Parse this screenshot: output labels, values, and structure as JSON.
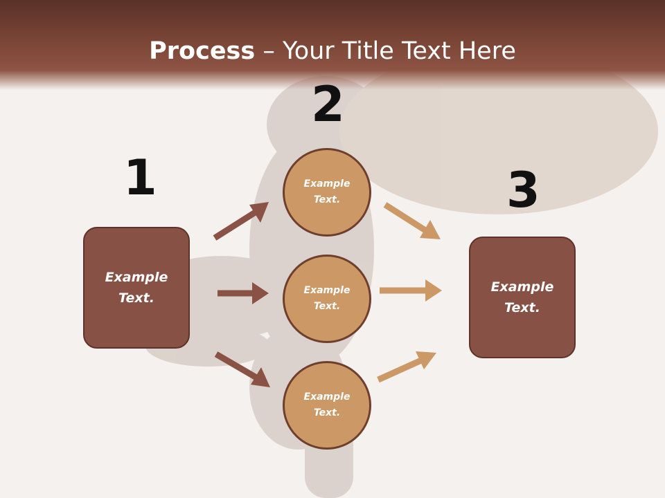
{
  "title": {
    "bold": "Process",
    "rest": " – Your Title Text Here"
  },
  "steps": {
    "one": "1",
    "two": "2",
    "three": "3"
  },
  "left_box": {
    "label": "Example Text."
  },
  "right_box": {
    "label": "Example Text."
  },
  "circles": [
    {
      "label": "Example Text."
    },
    {
      "label": "Example Text."
    },
    {
      "label": "Example Text."
    }
  ],
  "colors": {
    "title_band": "#7a4536",
    "box_fill": "#875245",
    "circle_fill": "#cc9865",
    "arrow_dark": "#8a5244",
    "arrow_light": "#cc9865"
  }
}
